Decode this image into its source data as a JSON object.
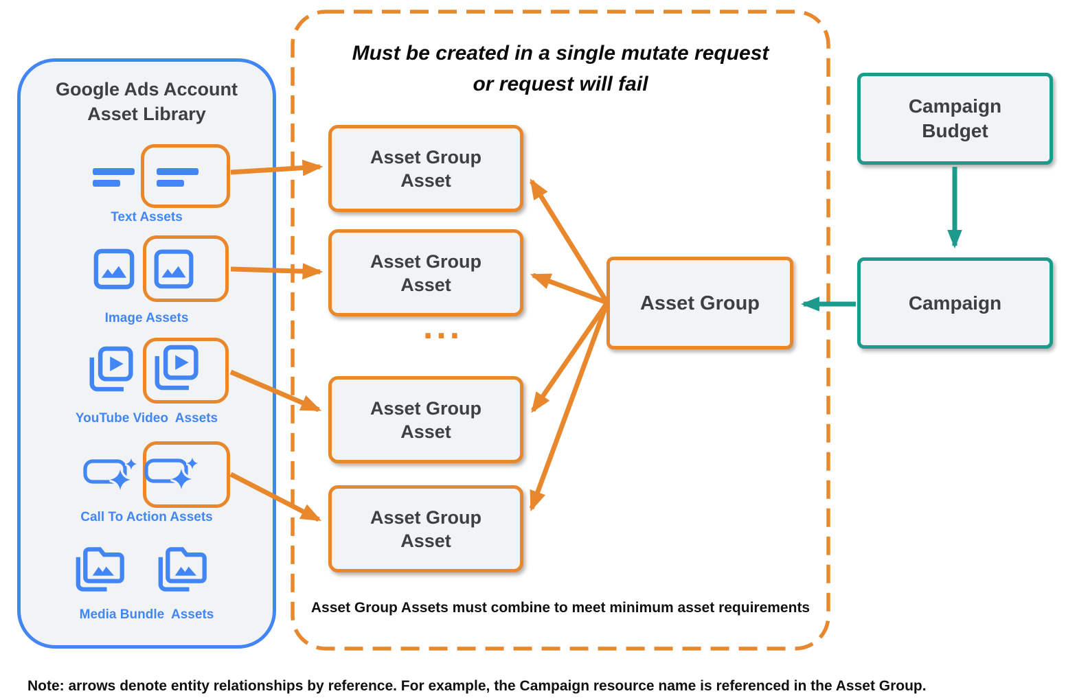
{
  "library": {
    "title": "Google Ads Account\nAsset Library",
    "items": [
      {
        "label": "Text Assets",
        "icon": "text-asset-icon"
      },
      {
        "label": "Image Assets",
        "icon": "image-asset-icon"
      },
      {
        "label": "YouTube Video  Assets",
        "icon": "youtube-video-asset-icon"
      },
      {
        "label": "Call To Action Assets",
        "icon": "call-to-action-asset-icon"
      },
      {
        "label": "Media Bundle  Assets",
        "icon": "media-bundle-asset-icon"
      }
    ]
  },
  "mutate_group": {
    "title": "Must be created in a single mutate request\nor request will fail",
    "boxes": [
      "Asset Group\nAsset",
      "Asset Group\nAsset",
      "Asset Group\nAsset",
      "Asset Group\nAsset"
    ],
    "ellipsis": "...",
    "caption": "Asset Group Assets must combine to meet minimum asset requirements"
  },
  "asset_group": {
    "label": "Asset Group"
  },
  "campaign_budget": {
    "label": "Campaign\nBudget"
  },
  "campaign": {
    "label": "Campaign"
  },
  "note": "Note: arrows denote entity relationships by reference. For example, the Campaign resource name is referenced in the Asset Group.",
  "colors": {
    "blue": "#4285F4",
    "orange": "#E8872B",
    "teal": "#1C9A8B",
    "box_fill": "#F1F3F4",
    "dark_text": "#3C4043"
  }
}
